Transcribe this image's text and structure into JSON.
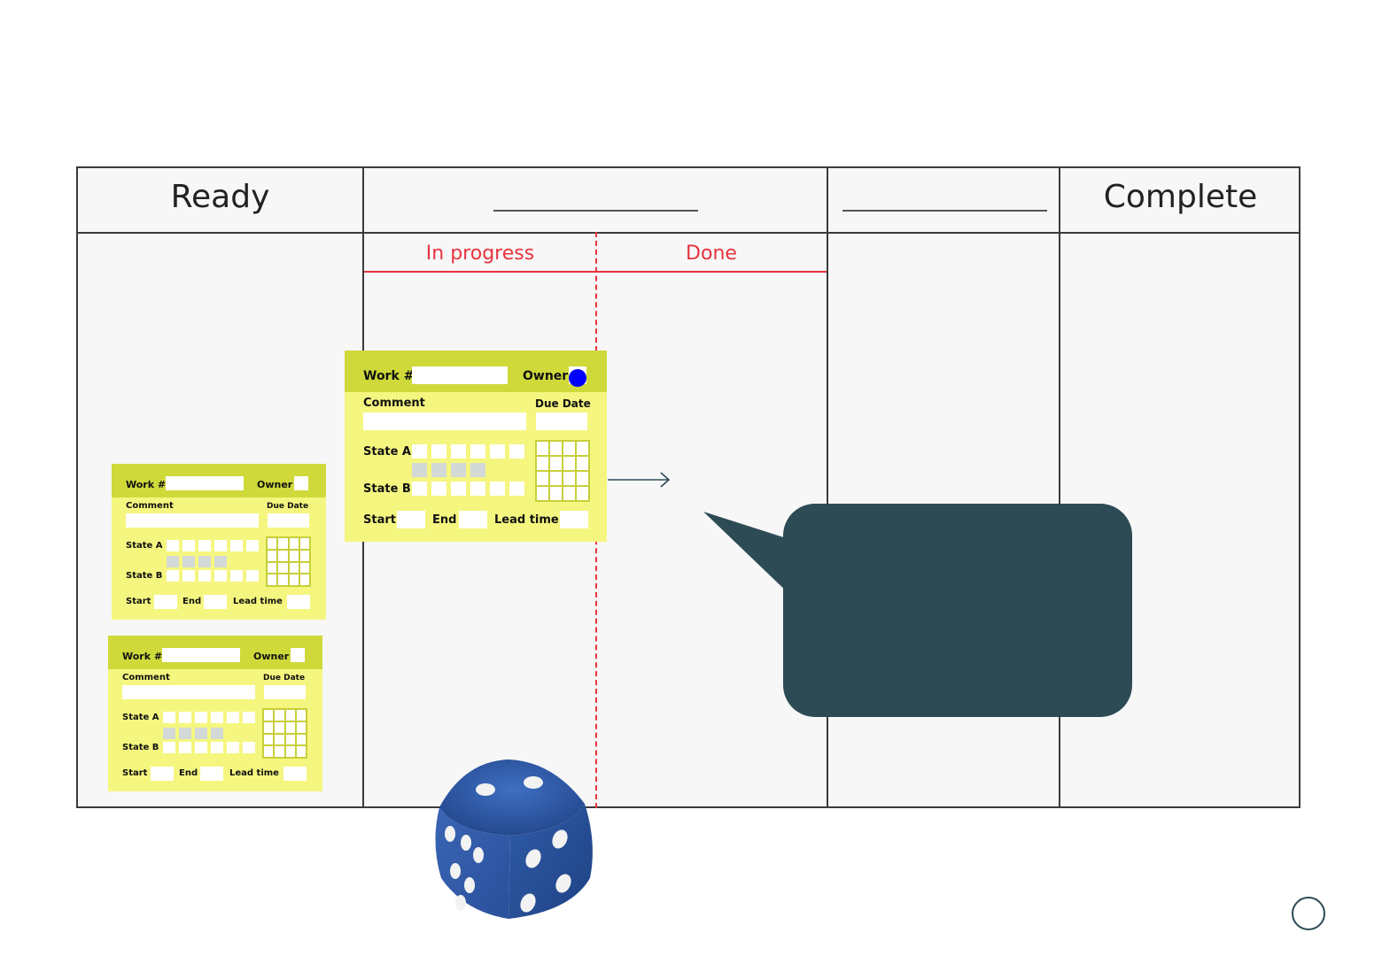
{
  "board": {
    "columns": [
      {
        "title": "Ready"
      },
      {
        "title": ""
      },
      {
        "title": ""
      },
      {
        "title": "Complete"
      }
    ],
    "sub_columns": [
      "In progress",
      "Done"
    ]
  },
  "card_labels": {
    "work": "Work #",
    "owner": "Owner",
    "comment": "Comment",
    "due_date": "Due Date",
    "state_a": "State A",
    "state_b": "State B",
    "start": "Start",
    "end": "End",
    "lead_time": "Lead time"
  },
  "colors": {
    "card_body": "#f5f67f",
    "card_header": "#cfd93a",
    "sub_column_label": "#e8343f",
    "bubble": "#2d4b55",
    "owner_marker": "#0000ff",
    "dice": "#2f5ca8"
  },
  "icons": {
    "dice": "die-icon",
    "arrow": "arrow-right-icon",
    "bubble": "speech-bubble-icon",
    "corner": "circle-button-icon"
  }
}
